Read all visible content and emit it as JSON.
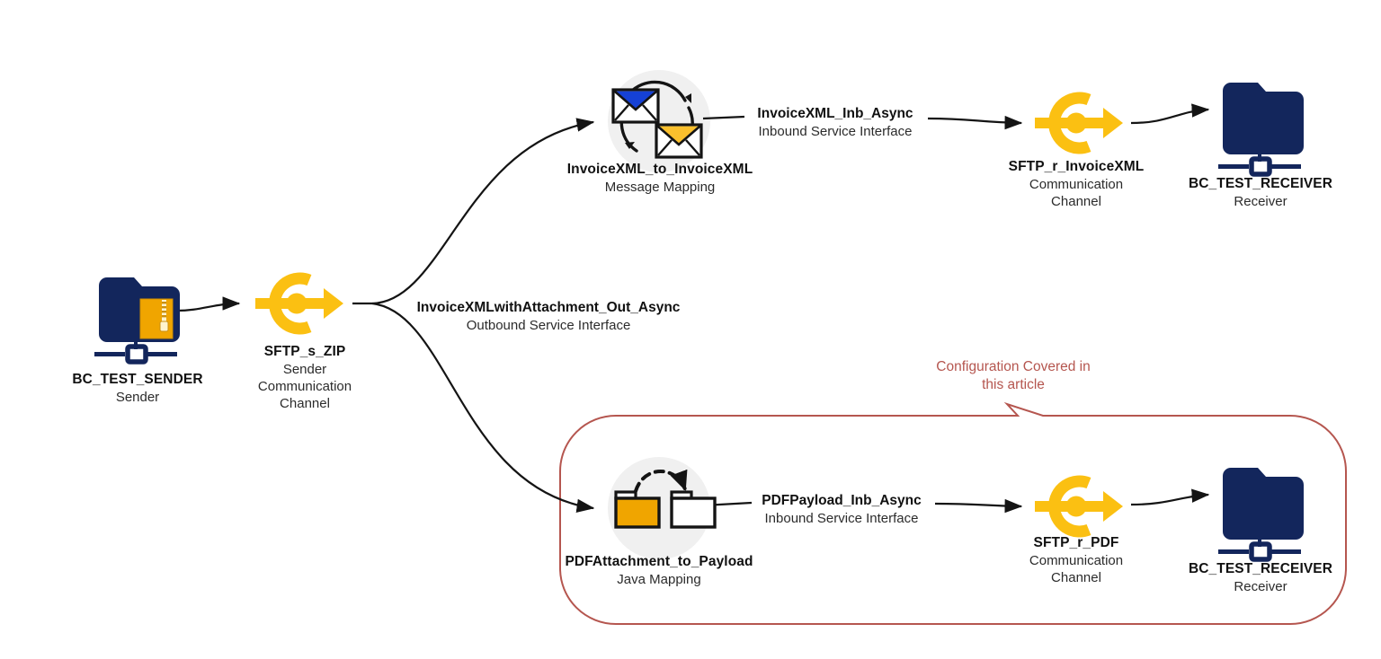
{
  "diagram": {
    "title": "SAP PI/PO Integration Flow - InvoiceXML with PDF Attachment",
    "colors": {
      "folder_navy": "#13265c",
      "zip_yellow": "#f0a500",
      "channel_yellow": "#fbc012",
      "envelope_blue": "#1541d6",
      "envelope_yellow": "#fbc02d",
      "callout_red": "#b5564f",
      "line_black": "#141414",
      "icon_halo": "#f0f0f0"
    }
  },
  "nodes": {
    "sender_system": {
      "name": "BC_TEST_SENDER",
      "role": "Sender",
      "icon": "folder-zip-icon"
    },
    "sender_channel": {
      "name": "SFTP_s_ZIP",
      "role_line1": "Sender",
      "role_line2": "Communication",
      "role_line3": "Channel",
      "icon": "communication-channel-icon"
    },
    "message_mapping": {
      "name": "InvoiceXML_to_InvoiceXML",
      "role": "Message Mapping",
      "icon": "message-mapping-icon"
    },
    "java_mapping": {
      "name": "PDFAttachment_to_Payload",
      "role": "Java Mapping",
      "icon": "java-mapping-icon"
    },
    "receiver_channel_xml": {
      "name": "SFTP_r_InvoiceXML",
      "role_line1": "Communication",
      "role_line2": "Channel",
      "icon": "communication-channel-icon"
    },
    "receiver_channel_pdf": {
      "name": "SFTP_r_PDF",
      "role_line1": "Communication",
      "role_line2": "Channel",
      "icon": "communication-channel-icon"
    },
    "receiver_system_xml": {
      "name": "BC_TEST_RECEIVER",
      "role": "Receiver",
      "icon": "folder-icon"
    },
    "receiver_system_pdf": {
      "name": "BC_TEST_RECEIVER",
      "role": "Receiver",
      "icon": "folder-icon"
    }
  },
  "edges": {
    "outbound_interface": {
      "name": "InvoiceXMLwithAttachment_Out_Async",
      "role": "Outbound Service Interface"
    },
    "inbound_interface_xml": {
      "name": "InvoiceXML_Inb_Async",
      "role": "Inbound Service Interface"
    },
    "inbound_interface_pdf": {
      "name": "PDFPayload_Inb_Async",
      "role": "Inbound Service Interface"
    }
  },
  "callout": {
    "line1": "Configuration Covered in",
    "line2": "this article"
  }
}
